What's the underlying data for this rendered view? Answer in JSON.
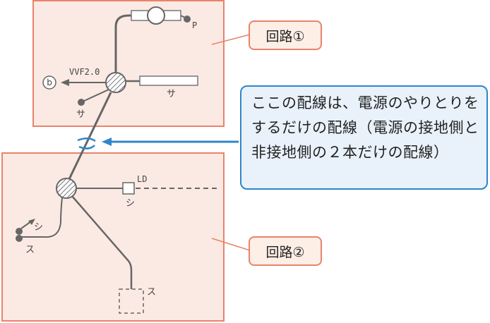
{
  "callouts": {
    "circuit1": "回路①",
    "circuit2": "回路②"
  },
  "note": {
    "text": "ここの配線は、電源のやりとりをするだけの配線（電源の接地側と非接地側の２本だけの配線）"
  },
  "labels": {
    "cable": "VVF2.0",
    "outlet_symbol": "ⓑ",
    "pull_switch_p": "P",
    "fluorescent_label": "サ",
    "switch_sa": "サ",
    "ld_label": "LD",
    "switch_shi_ld": "シ",
    "switch_shi": "シ",
    "switch_su": "ス",
    "light_su": "ス"
  },
  "colors": {
    "box_fill": "#fbeae3",
    "box_border": "#e8836a",
    "note_fill": "#e9f2fb",
    "note_border": "#2f86c9",
    "arrow": "#2f86c9",
    "wire": "#555555"
  }
}
